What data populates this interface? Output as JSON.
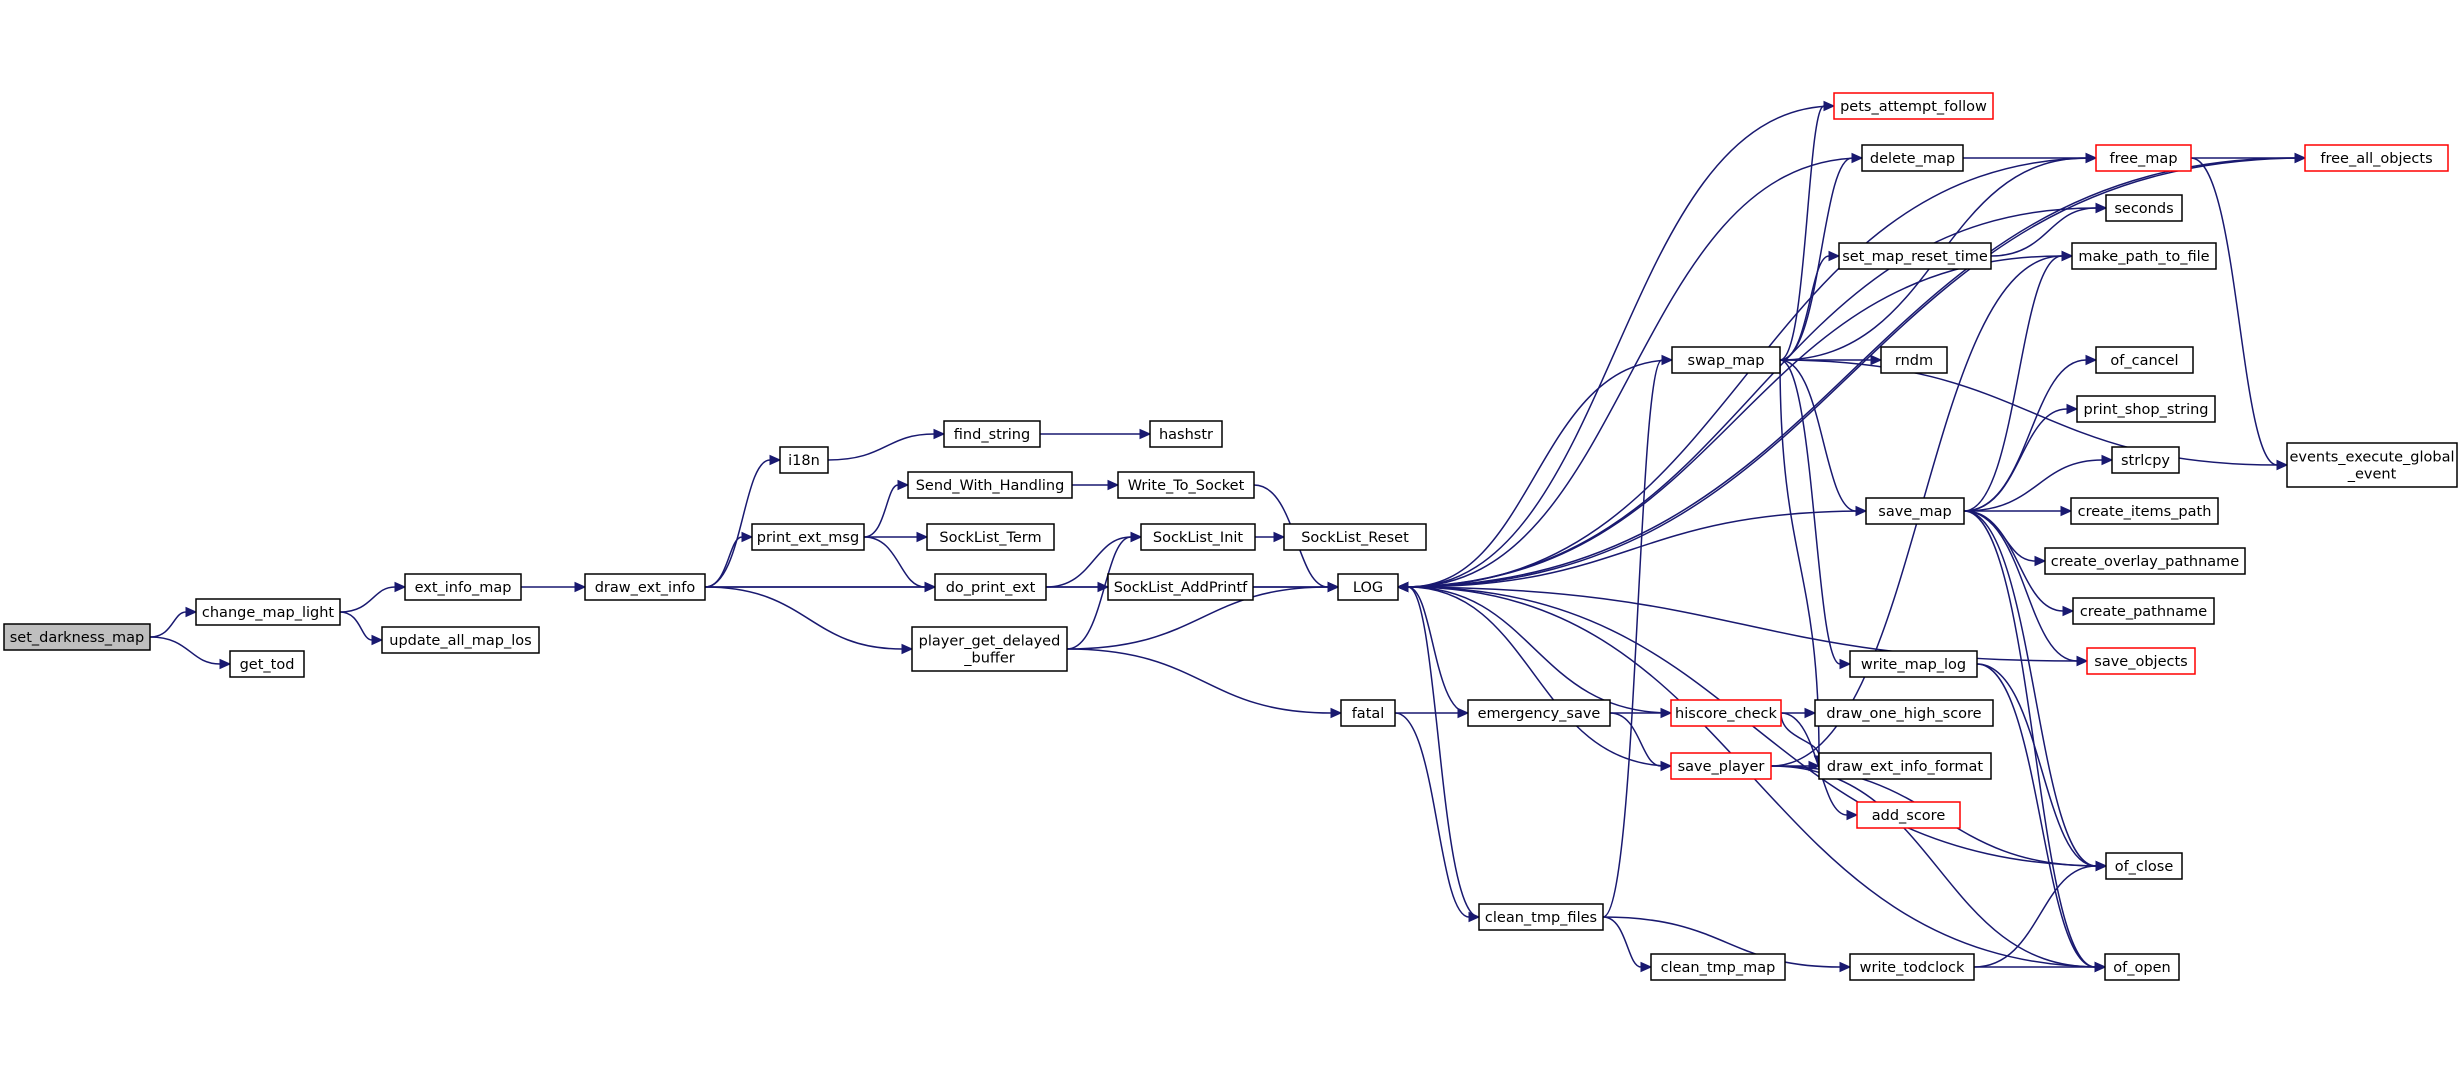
{
  "nodes": [
    {
      "id": "set_darkness_map",
      "label": "set_darkness_map",
      "root": true
    },
    {
      "id": "change_map_light",
      "label": "change_map_light"
    },
    {
      "id": "get_tod",
      "label": "get_tod"
    },
    {
      "id": "ext_info_map",
      "label": "ext_info_map"
    },
    {
      "id": "update_all_map_los",
      "label": "update_all_map_los"
    },
    {
      "id": "draw_ext_info",
      "label": "draw_ext_info"
    },
    {
      "id": "i18n",
      "label": "i18n"
    },
    {
      "id": "print_ext_msg",
      "label": "print_ext_msg"
    },
    {
      "id": "do_print_ext",
      "label": "do_print_ext"
    },
    {
      "id": "player_get_delayed_buffer",
      "label": "player_get_delayed\n_buffer"
    },
    {
      "id": "find_string",
      "label": "find_string"
    },
    {
      "id": "hashstr",
      "label": "hashstr"
    },
    {
      "id": "Send_With_Handling",
      "label": "Send_With_Handling"
    },
    {
      "id": "Write_To_Socket",
      "label": "Write_To_Socket"
    },
    {
      "id": "SockList_Term",
      "label": "SockList_Term"
    },
    {
      "id": "SockList_Init",
      "label": "SockList_Init"
    },
    {
      "id": "SockList_Reset",
      "label": "SockList_Reset"
    },
    {
      "id": "SockList_AddPrintf",
      "label": "SockList_AddPrintf"
    },
    {
      "id": "LOG",
      "label": "LOG"
    },
    {
      "id": "fatal",
      "label": "fatal"
    },
    {
      "id": "emergency_save",
      "label": "emergency_save"
    },
    {
      "id": "clean_tmp_files",
      "label": "clean_tmp_files"
    },
    {
      "id": "clean_tmp_map",
      "label": "clean_tmp_map"
    },
    {
      "id": "write_todclock",
      "label": "write_todclock"
    },
    {
      "id": "swap_map",
      "label": "swap_map"
    },
    {
      "id": "pets_attempt_follow",
      "label": "pets_attempt_follow",
      "red": true
    },
    {
      "id": "delete_map",
      "label": "delete_map"
    },
    {
      "id": "set_map_reset_time",
      "label": "set_map_reset_time"
    },
    {
      "id": "rndm",
      "label": "rndm"
    },
    {
      "id": "save_map",
      "label": "save_map"
    },
    {
      "id": "write_map_log",
      "label": "write_map_log"
    },
    {
      "id": "hiscore_check",
      "label": "hiscore_check",
      "red": true
    },
    {
      "id": "save_player",
      "label": "save_player",
      "red": true
    },
    {
      "id": "free_map",
      "label": "free_map",
      "red": true
    },
    {
      "id": "free_all_objects",
      "label": "free_all_objects",
      "red": true
    },
    {
      "id": "seconds",
      "label": "seconds"
    },
    {
      "id": "make_path_to_file",
      "label": "make_path_to_file"
    },
    {
      "id": "of_cancel",
      "label": "of_cancel"
    },
    {
      "id": "print_shop_string",
      "label": "print_shop_string"
    },
    {
      "id": "strlcpy",
      "label": "strlcpy"
    },
    {
      "id": "create_items_path",
      "label": "create_items_path"
    },
    {
      "id": "create_overlay_pathname",
      "label": "create_overlay_pathname"
    },
    {
      "id": "create_pathname",
      "label": "create_pathname"
    },
    {
      "id": "save_objects",
      "label": "save_objects",
      "red": true
    },
    {
      "id": "draw_one_high_score",
      "label": "draw_one_high_score"
    },
    {
      "id": "draw_ext_info_format",
      "label": "draw_ext_info_format"
    },
    {
      "id": "add_score",
      "label": "add_score",
      "red": true
    },
    {
      "id": "of_close",
      "label": "of_close"
    },
    {
      "id": "of_open",
      "label": "of_open"
    },
    {
      "id": "events_execute_global_event",
      "label": "events_execute_global\n_event"
    }
  ],
  "edges": [
    [
      "set_darkness_map",
      "change_map_light"
    ],
    [
      "set_darkness_map",
      "get_tod"
    ],
    [
      "change_map_light",
      "ext_info_map"
    ],
    [
      "change_map_light",
      "update_all_map_los"
    ],
    [
      "ext_info_map",
      "draw_ext_info"
    ],
    [
      "draw_ext_info",
      "i18n"
    ],
    [
      "draw_ext_info",
      "print_ext_msg"
    ],
    [
      "draw_ext_info",
      "do_print_ext"
    ],
    [
      "draw_ext_info",
      "player_get_delayed_buffer"
    ],
    [
      "draw_ext_info",
      "LOG"
    ],
    [
      "i18n",
      "find_string"
    ],
    [
      "find_string",
      "hashstr"
    ],
    [
      "print_ext_msg",
      "Send_With_Handling"
    ],
    [
      "print_ext_msg",
      "SockList_Term"
    ],
    [
      "print_ext_msg",
      "do_print_ext"
    ],
    [
      "Send_With_Handling",
      "Write_To_Socket"
    ],
    [
      "Write_To_Socket",
      "LOG"
    ],
    [
      "do_print_ext",
      "SockList_Init"
    ],
    [
      "do_print_ext",
      "SockList_AddPrintf"
    ],
    [
      "player_get_delayed_buffer",
      "SockList_Init"
    ],
    [
      "player_get_delayed_buffer",
      "LOG"
    ],
    [
      "player_get_delayed_buffer",
      "fatal"
    ],
    [
      "SockList_Init",
      "SockList_Reset"
    ],
    [
      "SockList_AddPrintf",
      "LOG"
    ],
    [
      "fatal",
      "emergency_save"
    ],
    [
      "fatal",
      "clean_tmp_files"
    ],
    [
      "emergency_save",
      "LOG"
    ],
    [
      "emergency_save",
      "hiscore_check"
    ],
    [
      "emergency_save",
      "save_player"
    ],
    [
      "clean_tmp_files",
      "swap_map"
    ],
    [
      "clean_tmp_files",
      "clean_tmp_map"
    ],
    [
      "clean_tmp_files",
      "write_todclock"
    ],
    [
      "clean_tmp_files",
      "LOG"
    ],
    [
      "swap_map",
      "LOG"
    ],
    [
      "swap_map",
      "pets_attempt_follow"
    ],
    [
      "swap_map",
      "delete_map"
    ],
    [
      "swap_map",
      "set_map_reset_time"
    ],
    [
      "swap_map",
      "rndm"
    ],
    [
      "swap_map",
      "save_map"
    ],
    [
      "swap_map",
      "write_map_log"
    ],
    [
      "swap_map",
      "free_map"
    ],
    [
      "swap_map",
      "draw_ext_info_format"
    ],
    [
      "swap_map",
      "events_execute_global_event"
    ],
    [
      "pets_attempt_follow",
      "LOG"
    ],
    [
      "delete_map",
      "LOG"
    ],
    [
      "delete_map",
      "free_map"
    ],
    [
      "free_map",
      "free_all_objects"
    ],
    [
      "free_map",
      "events_execute_global_event"
    ],
    [
      "free_map",
      "LOG"
    ],
    [
      "free_all_objects",
      "LOG"
    ],
    [
      "set_map_reset_time",
      "seconds"
    ],
    [
      "save_map",
      "LOG"
    ],
    [
      "save_map",
      "make_path_to_file"
    ],
    [
      "save_map",
      "of_cancel"
    ],
    [
      "save_map",
      "print_shop_string"
    ],
    [
      "save_map",
      "strlcpy"
    ],
    [
      "save_map",
      "create_items_path"
    ],
    [
      "save_map",
      "create_overlay_pathname"
    ],
    [
      "save_map",
      "create_pathname"
    ],
    [
      "save_map",
      "save_objects"
    ],
    [
      "save_map",
      "of_close"
    ],
    [
      "save_map",
      "of_open"
    ],
    [
      "write_map_log",
      "of_close"
    ],
    [
      "write_map_log",
      "of_open"
    ],
    [
      "hiscore_check",
      "LOG"
    ],
    [
      "hiscore_check",
      "draw_one_high_score"
    ],
    [
      "hiscore_check",
      "draw_ext_info_format"
    ],
    [
      "hiscore_check",
      "add_score"
    ],
    [
      "save_player",
      "LOG"
    ],
    [
      "save_player",
      "draw_ext_info_format"
    ],
    [
      "save_player",
      "make_path_to_file"
    ],
    [
      "save_player",
      "of_close"
    ],
    [
      "save_player",
      "of_open"
    ],
    [
      "write_todclock",
      "of_close"
    ],
    [
      "write_todclock",
      "of_open"
    ],
    [
      "of_close",
      "LOG"
    ],
    [
      "of_open",
      "LOG"
    ],
    [
      "LOG",
      "save_objects"
    ],
    [
      "LOG",
      "free_all_objects"
    ],
    [
      "LOG",
      "seconds"
    ],
    [
      "LOG",
      "make_path_to_file"
    ]
  ]
}
